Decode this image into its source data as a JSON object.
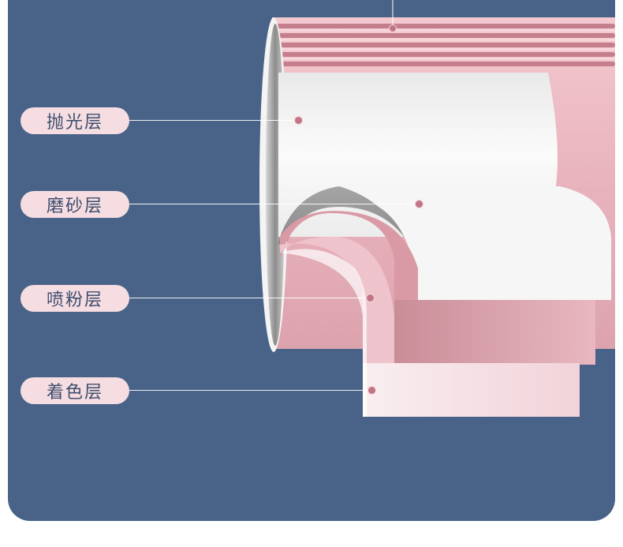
{
  "layers": [
    {
      "id": "polish",
      "label": "抛光层"
    },
    {
      "id": "frosted",
      "label": "磨砂层"
    },
    {
      "id": "powder",
      "label": "喷粉层"
    },
    {
      "id": "color",
      "label": "着色层"
    }
  ],
  "colors": {
    "panel": "#486387",
    "pill": "#f6dde2",
    "pill_text": "#3d4f6e",
    "pink": "#e9b9c1",
    "pink_dark": "#c27584",
    "white_layer": "#f2f2f2",
    "steel": "#9a9a9a"
  }
}
